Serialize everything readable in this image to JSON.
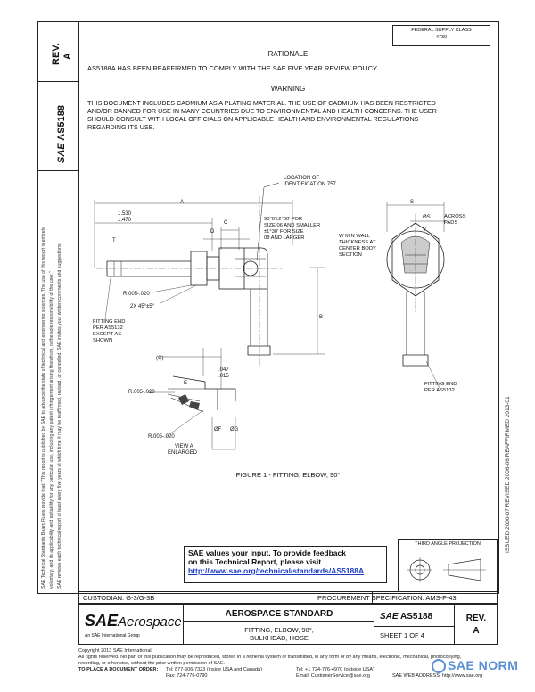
{
  "header": {
    "top_right_line1": "FEDERAL SUPPLY CLASS",
    "top_right_line2": "4730",
    "rev_label": "REV.",
    "rev_value": "A",
    "sae_mark": "SAE",
    "doc_number": "AS5188"
  },
  "rationale": {
    "heading": "RATIONALE",
    "text": "AS5188A HAS BEEN REAFFIRMED TO COMPLY WITH THE SAE FIVE YEAR REVIEW POLICY."
  },
  "warning": {
    "heading": "WARNING",
    "lines": [
      "THIS DOCUMENT INCLUDES CADMIUM AS A PLATING MATERIAL. THE USE OF CADMIUM HAS BEEN RESTRICTED",
      "AND/OR BANNED FOR USE IN MANY COUNTRIES DUE TO ENVIRONMENTAL AND HEALTH CONCERNS. THE USER",
      "SHOULD CONSULT WITH LOCAL OFFICIALS ON APPLICABLE HEALTH AND ENVIRONMENTAL REGULATIONS",
      "REGARDING ITS USE."
    ]
  },
  "drawing": {
    "location_note_1": "LOCATION OF",
    "location_note_2": "IDENTIFICATION 757",
    "dim_a": "A",
    "dim_1530": "1.530",
    "dim_1470": "1.470",
    "dim_c": "C",
    "dim_d": "D",
    "dim_t": "T",
    "angle_1": "90°0'±2°30' FOR",
    "angle_2": "SIZE 06 AND SMALLER",
    "angle_3": "±1°30' FOR SIZE",
    "angle_4": "08 AND LARGER",
    "radius_1": "R.005-.020",
    "chamfer": "2X 45°±5°",
    "fitting_end_1": "FITTING END",
    "fitting_end_2": "PER AS5132",
    "fitting_end_3": "EXCEPT AS",
    "fitting_end_4": "SHOWN",
    "dim_b": "B",
    "dim_s": "S",
    "dim_v": "V",
    "phi_s": "ØS",
    "across_1": "ACROSS",
    "across_2": "PADS",
    "wall_1": "W MIN WALL",
    "wall_2": "THICKNESS AT",
    "wall_3": "CENTER BODY",
    "wall_4": "SECTION",
    "dim_cc": "(C)",
    "dim_e": "E",
    "dim_047": ".047",
    "dim_015": ".015",
    "radius_2": "R.005-.020",
    "radius_3": "R.005-.020",
    "phi_f": "ØF",
    "phi_g": "ØG",
    "view_1": "VIEW A",
    "view_2": "ENLARGED",
    "fitting_end_r1": "FITTING END",
    "fitting_end_r2": "PER AS5132",
    "figure_caption": "FIGURE 1 - FITTING, ELBOW, 90°"
  },
  "feedback": {
    "line1": "SAE values your input. To provide feedback",
    "line2": "on this Technical Report, please visit",
    "link": "http://www.sae.org/technical/standards/AS5188A"
  },
  "projection": {
    "label": "THIRD ANGLE PROJECTION"
  },
  "right_edge": {
    "dates": "ISSUED 2000-07    REVISED 2006-06    REAFFIRMED 2013-01"
  },
  "left_edge": {
    "lines": [
      "SAE Technical Standards Board Rules provide that: \"This report is published by SAE to advance the state of technical and engineering sciences. The use of this report is entirely",
      "voluntary, and its applicability and suitability for any particular use, including any patent infringement arising therefrom, is the sole responsibility of the user.\"",
      "SAE reviews each technical report at least every five years at which time it may be reaffirmed, revised, or cancelled. SAE invites your written comments and suggestions."
    ]
  },
  "title_block": {
    "custodian": "CUSTODIAN: G-3/G-3B",
    "procurement": "PROCUREMENT SPECIFICATION: AMS-F-43",
    "logo_sae": "SAE",
    "logo_aerospace": "Aerospace",
    "logo_sub": "An SAE International Group",
    "standard": "AEROSPACE STANDARD",
    "title_line1": "FITTING, ELBOW, 90°,",
    "title_line2": "BULKHEAD, HOSE",
    "sae_small": "SAE",
    "doc_number": "AS5188",
    "sheet": "SHEET 1 OF 4",
    "rev_label": "REV.",
    "rev_value": "A"
  },
  "footer": {
    "copyright": "Copyright 2013 SAE International",
    "rights_1": "All rights reserved. No part of this publication may be reproduced, stored in a retrieval system or transmitted, in any form or by any means, electronic, mechanical, photocopying,",
    "rights_2": "recording, or otherwise, without the prior written permission of SAE.",
    "order_label": "TO PLACE A DOCUMENT ORDER:",
    "tel_1": "Tel: 877-606-7323 (inside USA and Canada)",
    "fax": "Fax: 724-776-0790",
    "tel_2": "Tel: +1 724-776-4970 (outside USA)",
    "email": "Email: CustomerService@sae.org",
    "web": "SAE WEB ADDRESS: http://www.sae.org",
    "watermark": "SAE NORM"
  }
}
